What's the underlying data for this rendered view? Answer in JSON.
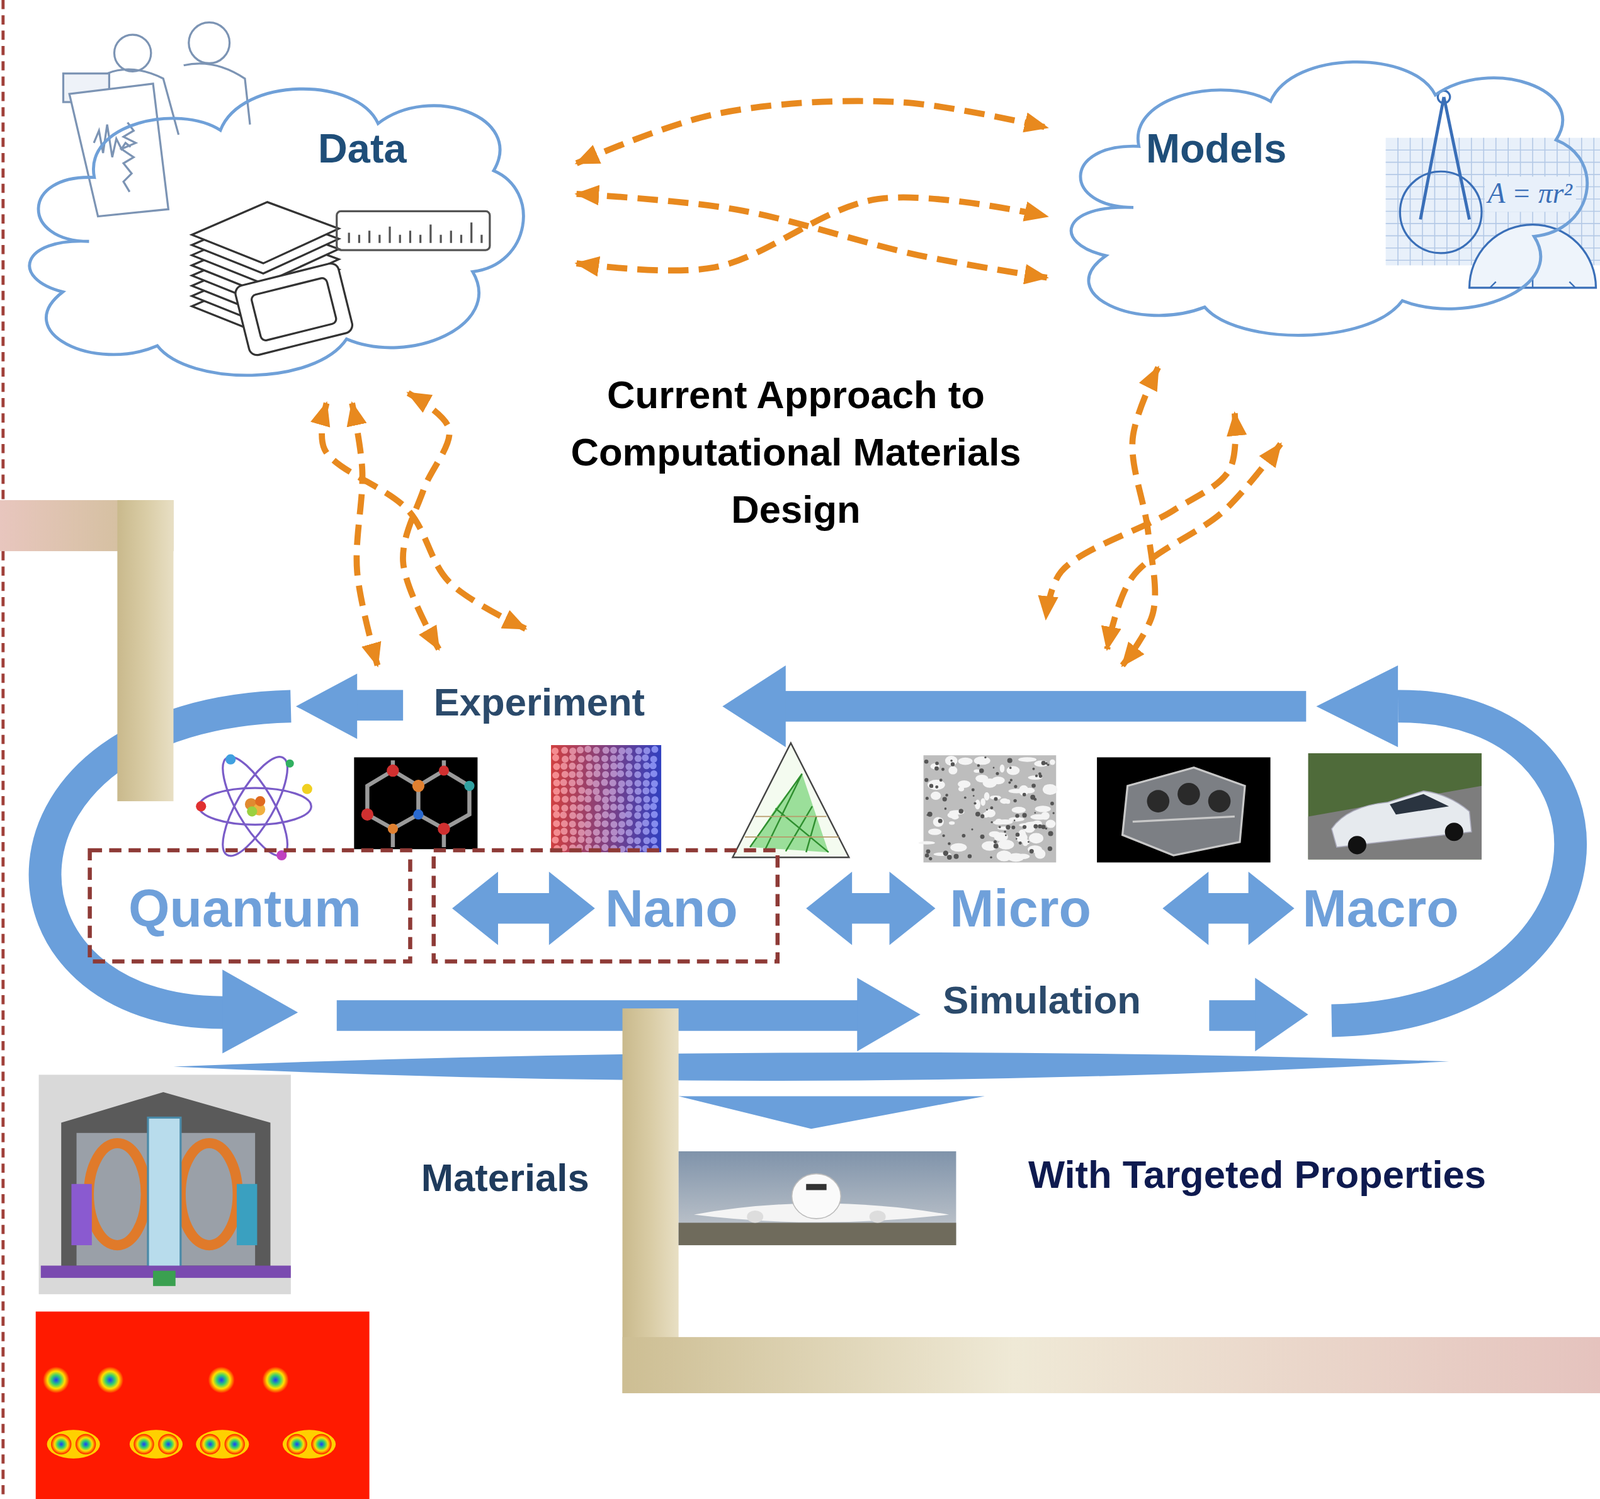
{
  "diagram": {
    "title": "Current Approach to Computational Materials Design",
    "nodes": [
      {
        "text": [
          "Data"
        ]
      },
      {
        "text": [
          "Models"
        ]
      },
      {
        "text": [
          "Experiment"
        ]
      },
      {
        "text": [
          "Quantum"
        ]
      },
      {
        "text": [
          "Nano"
        ]
      },
      {
        "text": [
          "Micro"
        ]
      },
      {
        "text": [
          "Macro"
        ]
      }
    ],
    "edges": [
      {
        "from": 0,
        "to": 1,
        "arrow": "both"
      },
      {
        "from": 0,
        "to": 1,
        "arrow": "both"
      },
      {
        "from": 0,
        "to": 1,
        "arrow": "both"
      },
      {
        "from": 0,
        "to": 2,
        "arrow": "both"
      },
      {
        "from": 0,
        "to": 2,
        "arrow": "both"
      },
      {
        "from": 0,
        "to": 2,
        "arrow": "both"
      },
      {
        "from": 1,
        "to": 2,
        "arrow": "both"
      },
      {
        "from": 1,
        "to": 2,
        "arrow": "both"
      },
      {
        "from": 1,
        "to": 2,
        "arrow": "both"
      },
      {
        "from": 3,
        "to": 4,
        "arrow": "both"
      },
      {
        "from": 4,
        "to": 5,
        "arrow": "both"
      },
      {
        "from": 5,
        "to": 6,
        "arrow": "both"
      }
    ],
    "labels": [
      "Simulation",
      "Materials",
      "With Targeted Properties",
      "A = πr²"
    ]
  }
}
